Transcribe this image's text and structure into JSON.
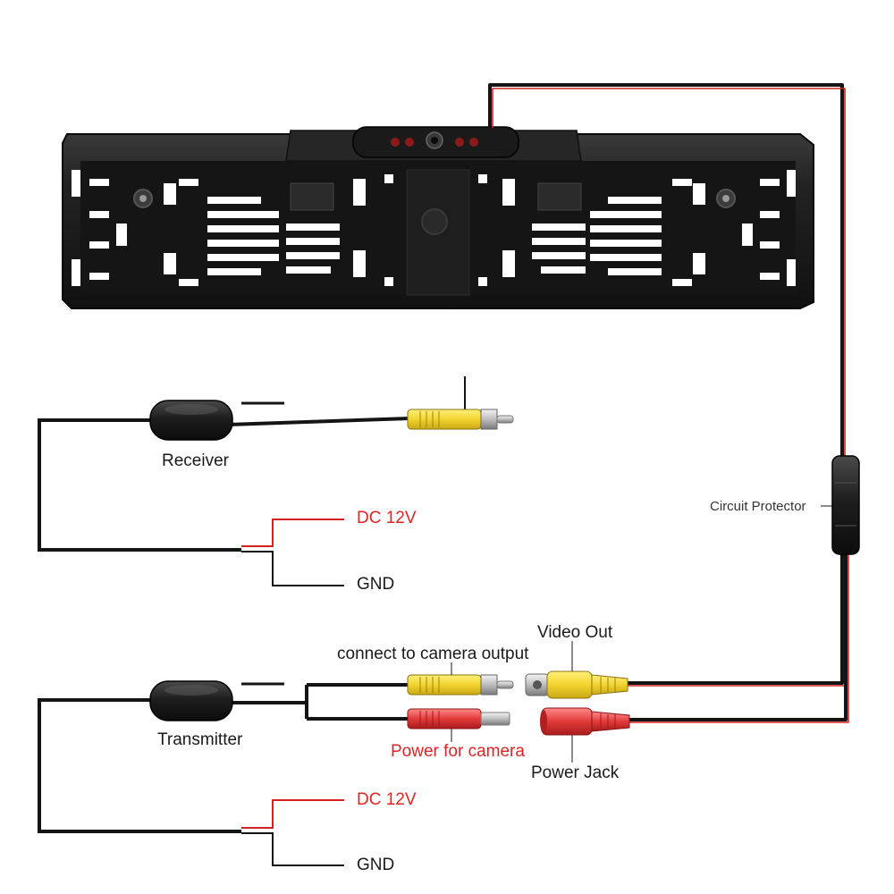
{
  "labels": {
    "receiver": "Receiver",
    "transmitter": "Transmitter",
    "dc_top": "DC 12V",
    "gnd_top": "GND",
    "dc_bottom": "DC 12V",
    "gnd_bottom": "GND",
    "circuit_protector": "Circuit Protector",
    "video_out": "Video Out",
    "connect_camera_output": "connect to camera output",
    "power_for_camera": "Power for camera",
    "power_jack": "Power Jack"
  },
  "colors": {
    "wire_black": "#141414",
    "wire_red": "#d42020",
    "rca_yellow": "#f2d330",
    "dc_red": "#e23a3a",
    "frame_black": "#1c1c1c",
    "label_red": "#e02424"
  }
}
